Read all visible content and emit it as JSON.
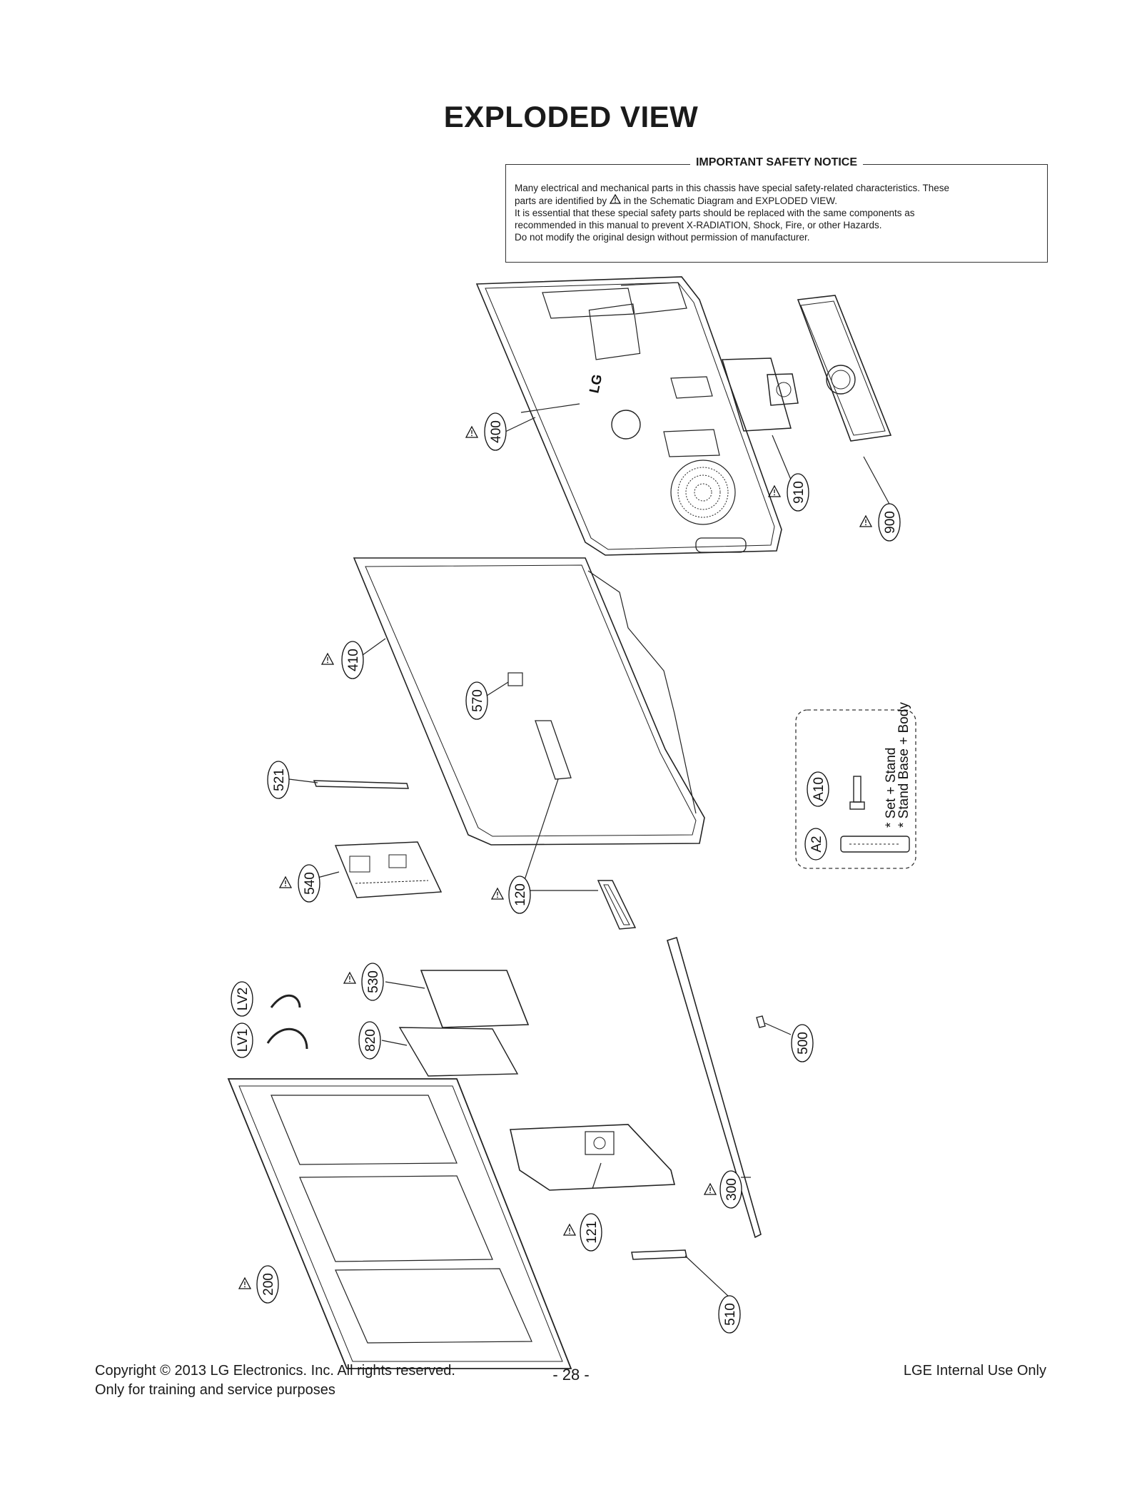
{
  "title": "EXPLODED VIEW",
  "notice": {
    "heading": "IMPORTANT SAFETY NOTICE",
    "line1": "Many electrical and mechanical parts in this chassis have special safety-related characteristics. These",
    "line2a": "parts are identified by",
    "line2b": "in the Schematic Diagram and EXPLODED VIEW.",
    "line3": "It is essential that these special safety parts should be replaced with the same components as",
    "line4": "recommended in this manual to prevent X-RADIATION, Shock, Fire, or other Hazards.",
    "line5": "Do not modify the original design without permission of manufacturer."
  },
  "parts": [
    "400",
    "910",
    "900",
    "410",
    "570",
    "521",
    "540",
    "120",
    "A10",
    "A2",
    "LV2",
    "LV1",
    "530",
    "820",
    "500",
    "300",
    "121",
    "200",
    "510"
  ],
  "accessory_notes": [
    "* Set + Stand",
    "* Stand Base + Body"
  ],
  "logo_text": "LG",
  "footer": {
    "copyright": "Copyright © 2013 LG Electronics. Inc. All rights reserved.",
    "training": "Only for training and service purposes",
    "page": "- 28 -",
    "internal": "LGE Internal Use Only"
  }
}
